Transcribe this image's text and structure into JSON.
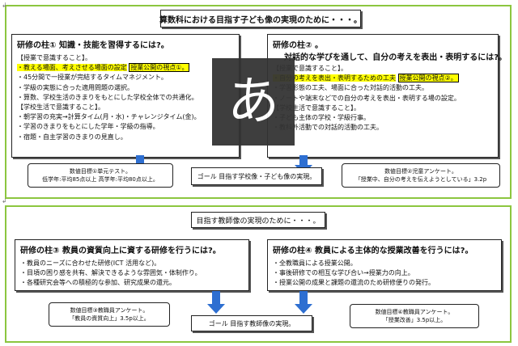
{
  "top": {
    "title": "算数科における目指す子ども像の実現のために・・・。",
    "pillar1": {
      "title": "研修の柱① 知識・技能を習得するには?。",
      "lines": [
        "【授業で意識すること】。",
        "・教える場面、考えさせる場面の設定",
        "授業公開の視点①。",
        "・45分間で一授業が完結するタイムマネジメント。",
        "・学級の実態に合った適用問題の選択。",
        "・算数、学校生活のきまりをもとにした学校全体での共通化。",
        "【学校生活で意識すること】。",
        "・朝学習の充実→計算タイム(月・水)・チャレンジタイム(金)。",
        "・学習のきまりをもとにした学年・学級の指導。",
        "・宿題・自主学習のきまりの見直し。"
      ]
    },
    "pillar2": {
      "title": "研修の柱② 。",
      "subtitle": "対話的な学びを通して、自分の考えを表出・表明するには?。",
      "lines": [
        "【授業で意識すること】。",
        "・自分の考えを表出・表明するための工夫",
        "授業公開の視点②。",
        "・学習形態の工夫、場面に合った対話的活動の工夫。",
        "・ノートや端末などでの自分の考えを表出・表明する場の設定。",
        "【学校生活で意識すること】。",
        "・子ども主体の学校・学級行事。",
        "・教科外活動での対話的活動の工夫。"
      ]
    },
    "goal1": {
      "line1": "数値目標①単元テスト。",
      "line2": "低学年:平均85点以上 高学年:平均80点以上。"
    },
    "goal_main": "ゴール 目指す学校像・子ども像の実現。",
    "goal2": {
      "line1": "数値目標②児童アンケート。",
      "line2": "「授業中、自分の考えを伝えようとしている」3.2p"
    },
    "overlay_char": "あ"
  },
  "bottom": {
    "title": "目指す教師像の実現のために・・・。",
    "pillar3": {
      "title": "研修の柱③ 教員の資質向上に資する研修を行うには?。",
      "lines": [
        "・教員のニーズに合わせた研修(ICT 活用など)。",
        "・目頃の困り感を共有、解決できるような雰囲気・体制作り。",
        "・各種研究会等への積極的な参加、研究成果の還元。"
      ]
    },
    "pillar4": {
      "title": "研修の柱④ 教員による主体的な授業改善を行うには?。",
      "lines": [
        "・全教職員による授業公開。",
        "・事後研修での相互な学び合い→授業力の向上。",
        "・授業公開の成果と課題の還流のため研修便りの発行。"
      ]
    },
    "goal3": {
      "line1": "数値目標③教職員アンケート。",
      "line2": "「教員の資質向上」3.5p以上。"
    },
    "goal_main": "ゴール 目指す教師像の実現。",
    "goal4": {
      "line1": "数値目標④教職員アンケート。",
      "line2": "「授業改善」3.5p以上。"
    }
  },
  "colors": {
    "section_border": "#8cc63f",
    "arrow_blue": "#2e6fd1",
    "highlight": "#ffff00",
    "overlay_bg": "#333333"
  }
}
